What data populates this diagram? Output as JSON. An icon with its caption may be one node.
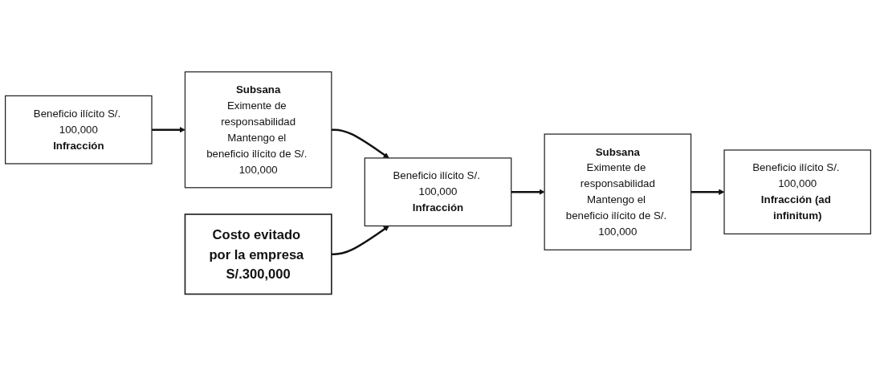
{
  "diagram": {
    "nodes": [
      {
        "text": [
          "Beneficio ilícito S/. 100,000",
          "Infracción"
        ]
      },
      {
        "text": [
          "Subsana",
          "Eximente de responsabilidad",
          "Mantengo el beneficio ilícito de S/. 100,000"
        ]
      },
      {
        "text": [
          "Beneficio ilícito S/. 100,000",
          "Infracción"
        ]
      },
      {
        "text": [
          "Subsana",
          "Eximente de responsabilidad",
          "Mantengo el beneficio ilícito de S/. 100,000"
        ]
      },
      {
        "text": [
          "Beneficio ilícito S/. 100,000",
          "Infracción (ad infinitum)"
        ]
      },
      {
        "text": [
          "Costo evitado por la empresa S/.300,000"
        ]
      }
    ],
    "edges": [
      {
        "from": 0,
        "to": 1,
        "arrow": "to"
      },
      {
        "from": 1,
        "to": 2,
        "arrow": "to"
      },
      {
        "from": 2,
        "to": 3,
        "arrow": "to"
      },
      {
        "from": 3,
        "to": 4,
        "arrow": "to"
      },
      {
        "from": 5,
        "to": 2,
        "arrow": "to"
      }
    ]
  }
}
